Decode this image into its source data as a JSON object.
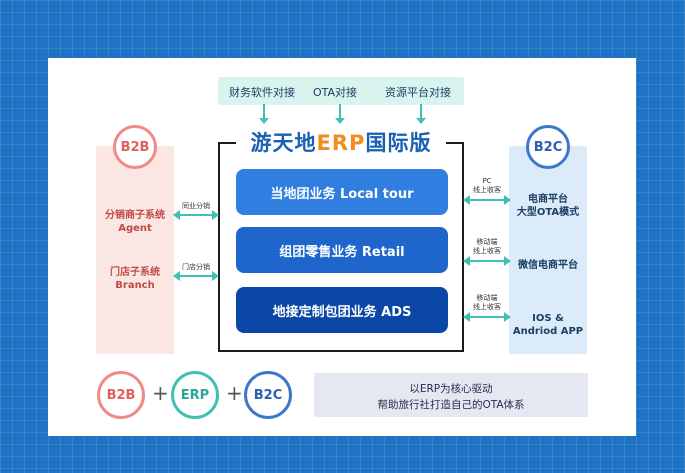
{
  "top_bar": {
    "items": [
      "财务软件对接",
      "OTA对接",
      "资源平台对接"
    ]
  },
  "erp": {
    "title_prefix": "游天地",
    "title_highlight": "ERP",
    "title_suffix": "国际版",
    "businesses": [
      "当地团业务 Local tour",
      "组团零售业务   Retail",
      "地接定制包团业务 ADS"
    ]
  },
  "b2b": {
    "badge": "B2B",
    "agent_line1": "分销商子系统",
    "agent_line2": "Agent",
    "agent_link": "同业分销",
    "branch_line1": "门店子系统",
    "branch_line2": "Branch",
    "branch_link": "门店分销"
  },
  "b2c": {
    "badge": "B2C",
    "ota_line1": "电商平台",
    "ota_line2": "大型OTA模式",
    "ota_link_line1": "PC",
    "ota_link_line2": "线上收客",
    "wechat_label": "微信电商平台",
    "wechat_link_line1": "移动端",
    "wechat_link_line2": "线上收客",
    "app_line1": "IOS &",
    "app_line2": "Andriod APP",
    "app_link_line1": "移动端",
    "app_link_line2": "线上收客"
  },
  "formula": {
    "b2b": "B2B",
    "plus": "+",
    "erp": "ERP",
    "b2c": "B2C"
  },
  "slogan": {
    "line1": "以ERP为核心驱动",
    "line2": "帮助旅行社打造自己的OTA体系"
  }
}
